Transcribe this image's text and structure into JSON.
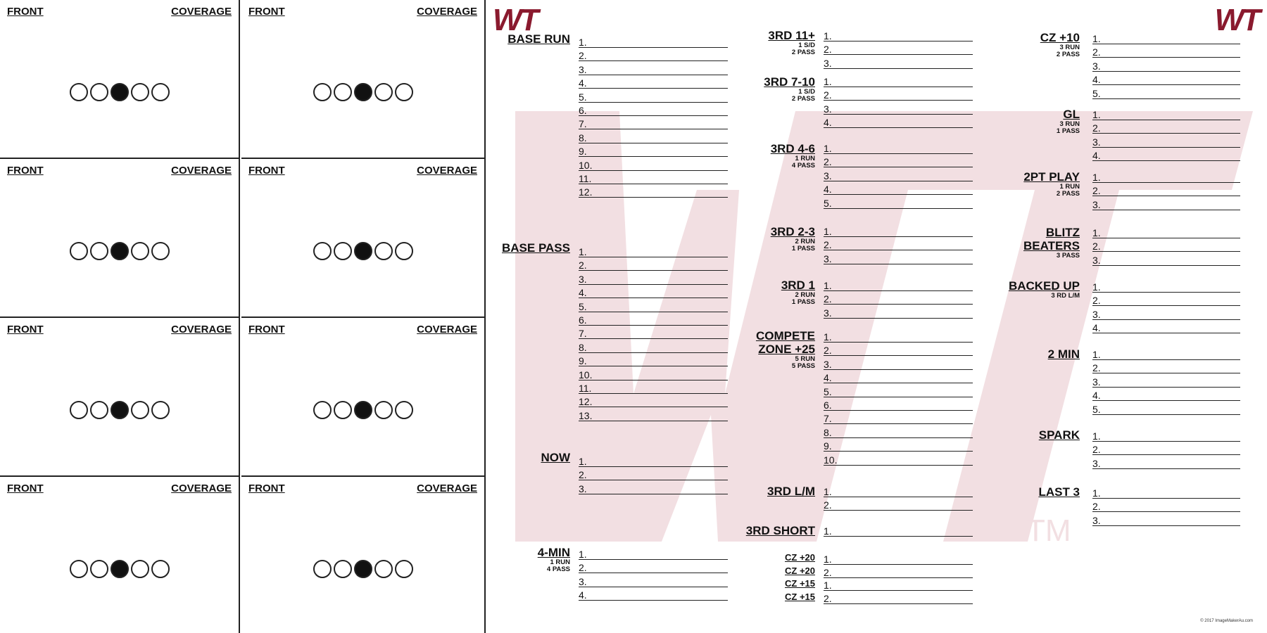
{
  "grid": {
    "front_label": "FRONT",
    "coverage_label": "COVERAGE",
    "cells": [
      {
        "front": "FRONT",
        "coverage": "COVERAGE"
      },
      {
        "front": "FRONT",
        "coverage": "COVERAGE"
      },
      {
        "front": "FRONT",
        "coverage": "COVERAGE"
      },
      {
        "front": "FRONT",
        "coverage": "COVERAGE"
      },
      {
        "front": "FRONT",
        "coverage": "COVERAGE"
      },
      {
        "front": "FRONT",
        "coverage": "COVERAGE"
      },
      {
        "front": "FRONT",
        "coverage": "COVERAGE"
      },
      {
        "front": "FRONT",
        "coverage": "COVERAGE"
      }
    ]
  },
  "logo": {
    "text": "WT",
    "color": "#8a1a2e"
  },
  "watermark": {
    "tm": "TM",
    "color": "#f2dfe2"
  },
  "sections": [
    {
      "title": "BASE RUN",
      "sub": [],
      "rows": [
        "1.",
        "2.",
        "3.",
        "4.",
        "5.",
        "6.",
        "7.",
        "8.",
        "9.",
        "10.",
        "11.",
        "12."
      ]
    },
    {
      "title": "BASE PASS",
      "sub": [],
      "rows": [
        "1.",
        "2.",
        "3.",
        "4.",
        "5.",
        "6.",
        "7.",
        "8.",
        "9.",
        "10.",
        "11.",
        "12.",
        "13."
      ]
    },
    {
      "title": "NOW",
      "sub": [],
      "rows": [
        "1.",
        "2.",
        "3."
      ]
    },
    {
      "title": "4-MIN",
      "sub": [
        "1 RUN",
        "4 PASS"
      ],
      "rows": [
        "1.",
        "2.",
        "3.",
        "4."
      ]
    },
    {
      "title": "3RD 11+",
      "sub": [
        "1 S/D",
        "2 PASS"
      ],
      "rows": [
        "1.",
        "2.",
        "3."
      ]
    },
    {
      "title": "3RD 7-10",
      "sub": [
        "1 S/D",
        "2 PASS"
      ],
      "rows": [
        "1.",
        "2.",
        "3.",
        "4."
      ]
    },
    {
      "title": "3RD 4-6",
      "sub": [
        "1 RUN",
        "4 PASS"
      ],
      "rows": [
        "1.",
        "2.",
        "3.",
        "4.",
        "5."
      ]
    },
    {
      "title": "3RD 2-3",
      "sub": [
        "2 RUN",
        "1 PASS"
      ],
      "rows": [
        "1.",
        "2.",
        "3."
      ]
    },
    {
      "title": "3RD 1",
      "sub": [
        "2 RUN",
        "1 PASS"
      ],
      "rows": [
        "1.",
        "2.",
        "3."
      ]
    },
    {
      "title": "COMPETE",
      "title2": "ZONE +25",
      "sub": [
        "5 RUN",
        "5 PASS"
      ],
      "rows": [
        "1.",
        "2.",
        "3.",
        "4.",
        "5.",
        "6.",
        "7.",
        "8.",
        "9.",
        "10."
      ]
    },
    {
      "title": "3RD L/M",
      "sub": [],
      "rows": [
        "1.",
        "2."
      ]
    },
    {
      "title": "3RD SHORT",
      "sub": [],
      "rows": [
        "1."
      ]
    },
    {
      "title": "CZ +20",
      "sub": [],
      "rows": [
        "1."
      ]
    },
    {
      "title": "CZ +20",
      "sub": [],
      "rows": [
        "2."
      ]
    },
    {
      "title": "CZ +15",
      "sub": [],
      "rows": [
        "1."
      ]
    },
    {
      "title": "CZ +15",
      "sub": [],
      "rows": [
        "2."
      ]
    },
    {
      "title": "CZ +10",
      "sub": [
        "3 RUN",
        "2 PASS"
      ],
      "rows": [
        "1.",
        "2.",
        "3.",
        "4.",
        "5."
      ]
    },
    {
      "title": "GL",
      "sub": [
        "3 RUN",
        "1 PASS"
      ],
      "rows": [
        "1.",
        "2.",
        "3.",
        "4."
      ]
    },
    {
      "title": "2PT PLAY",
      "sub": [
        "1 RUN",
        "2 PASS"
      ],
      "rows": [
        "1.",
        "2.",
        "3."
      ]
    },
    {
      "title": "BLITZ",
      "title2": "BEATERS",
      "sub": [
        "3 PASS"
      ],
      "rows": [
        "1.",
        "2.",
        "3."
      ]
    },
    {
      "title": "BACKED UP",
      "sub": [
        "3 RD L/M"
      ],
      "rows": [
        "1.",
        "2.",
        "3.",
        "4."
      ]
    },
    {
      "title": "2 MIN",
      "sub": [],
      "rows": [
        "1.",
        "2.",
        "3.",
        "4.",
        "5."
      ]
    },
    {
      "title": "SPARK",
      "sub": [],
      "rows": [
        "1.",
        "2.",
        "3."
      ]
    },
    {
      "title": "LAST 3",
      "sub": [],
      "rows": [
        "1.",
        "2.",
        "3."
      ]
    }
  ],
  "copyright": "© 2017 ImageMakerAu.com"
}
